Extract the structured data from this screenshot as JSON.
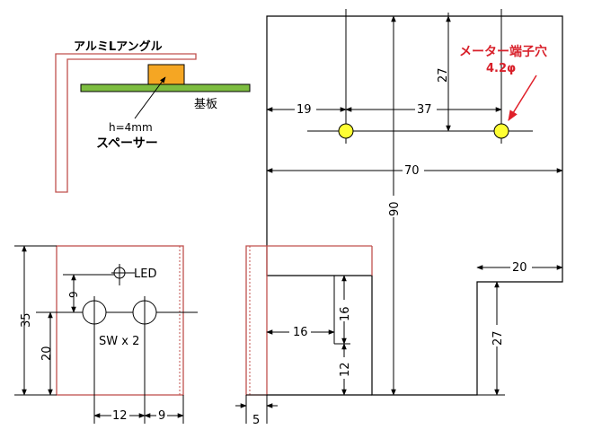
{
  "colors": {
    "line": "#000000",
    "bracket": "#c0504d",
    "spacer": "#f5a623",
    "board": "#7dbd40",
    "hole": "#ffff33",
    "red_text": "#e0202a"
  },
  "side_view": {
    "angle_label": "アルミLアングル",
    "board_label": "基板",
    "height_label": "h=4mm",
    "spacer_label": "スペーサー"
  },
  "front_small": {
    "led_label": "LED",
    "sw_label": "SW x 2",
    "dim_35": "35",
    "dim_20": "20",
    "dim_9_vertical": "9",
    "dim_12": "12",
    "dim_9_horizontal": "9"
  },
  "panel": {
    "meter_label": "メーター端子穴",
    "hole_size": "4.2φ",
    "dim_19": "19",
    "dim_37": "37",
    "dim_27_top": "27",
    "dim_70": "70",
    "dim_90": "90",
    "dim_20": "20",
    "dim_27_bottom": "27",
    "dim_16_vertical": "16",
    "dim_16_horizontal": "16",
    "dim_12": "12",
    "dim_5": "5"
  }
}
